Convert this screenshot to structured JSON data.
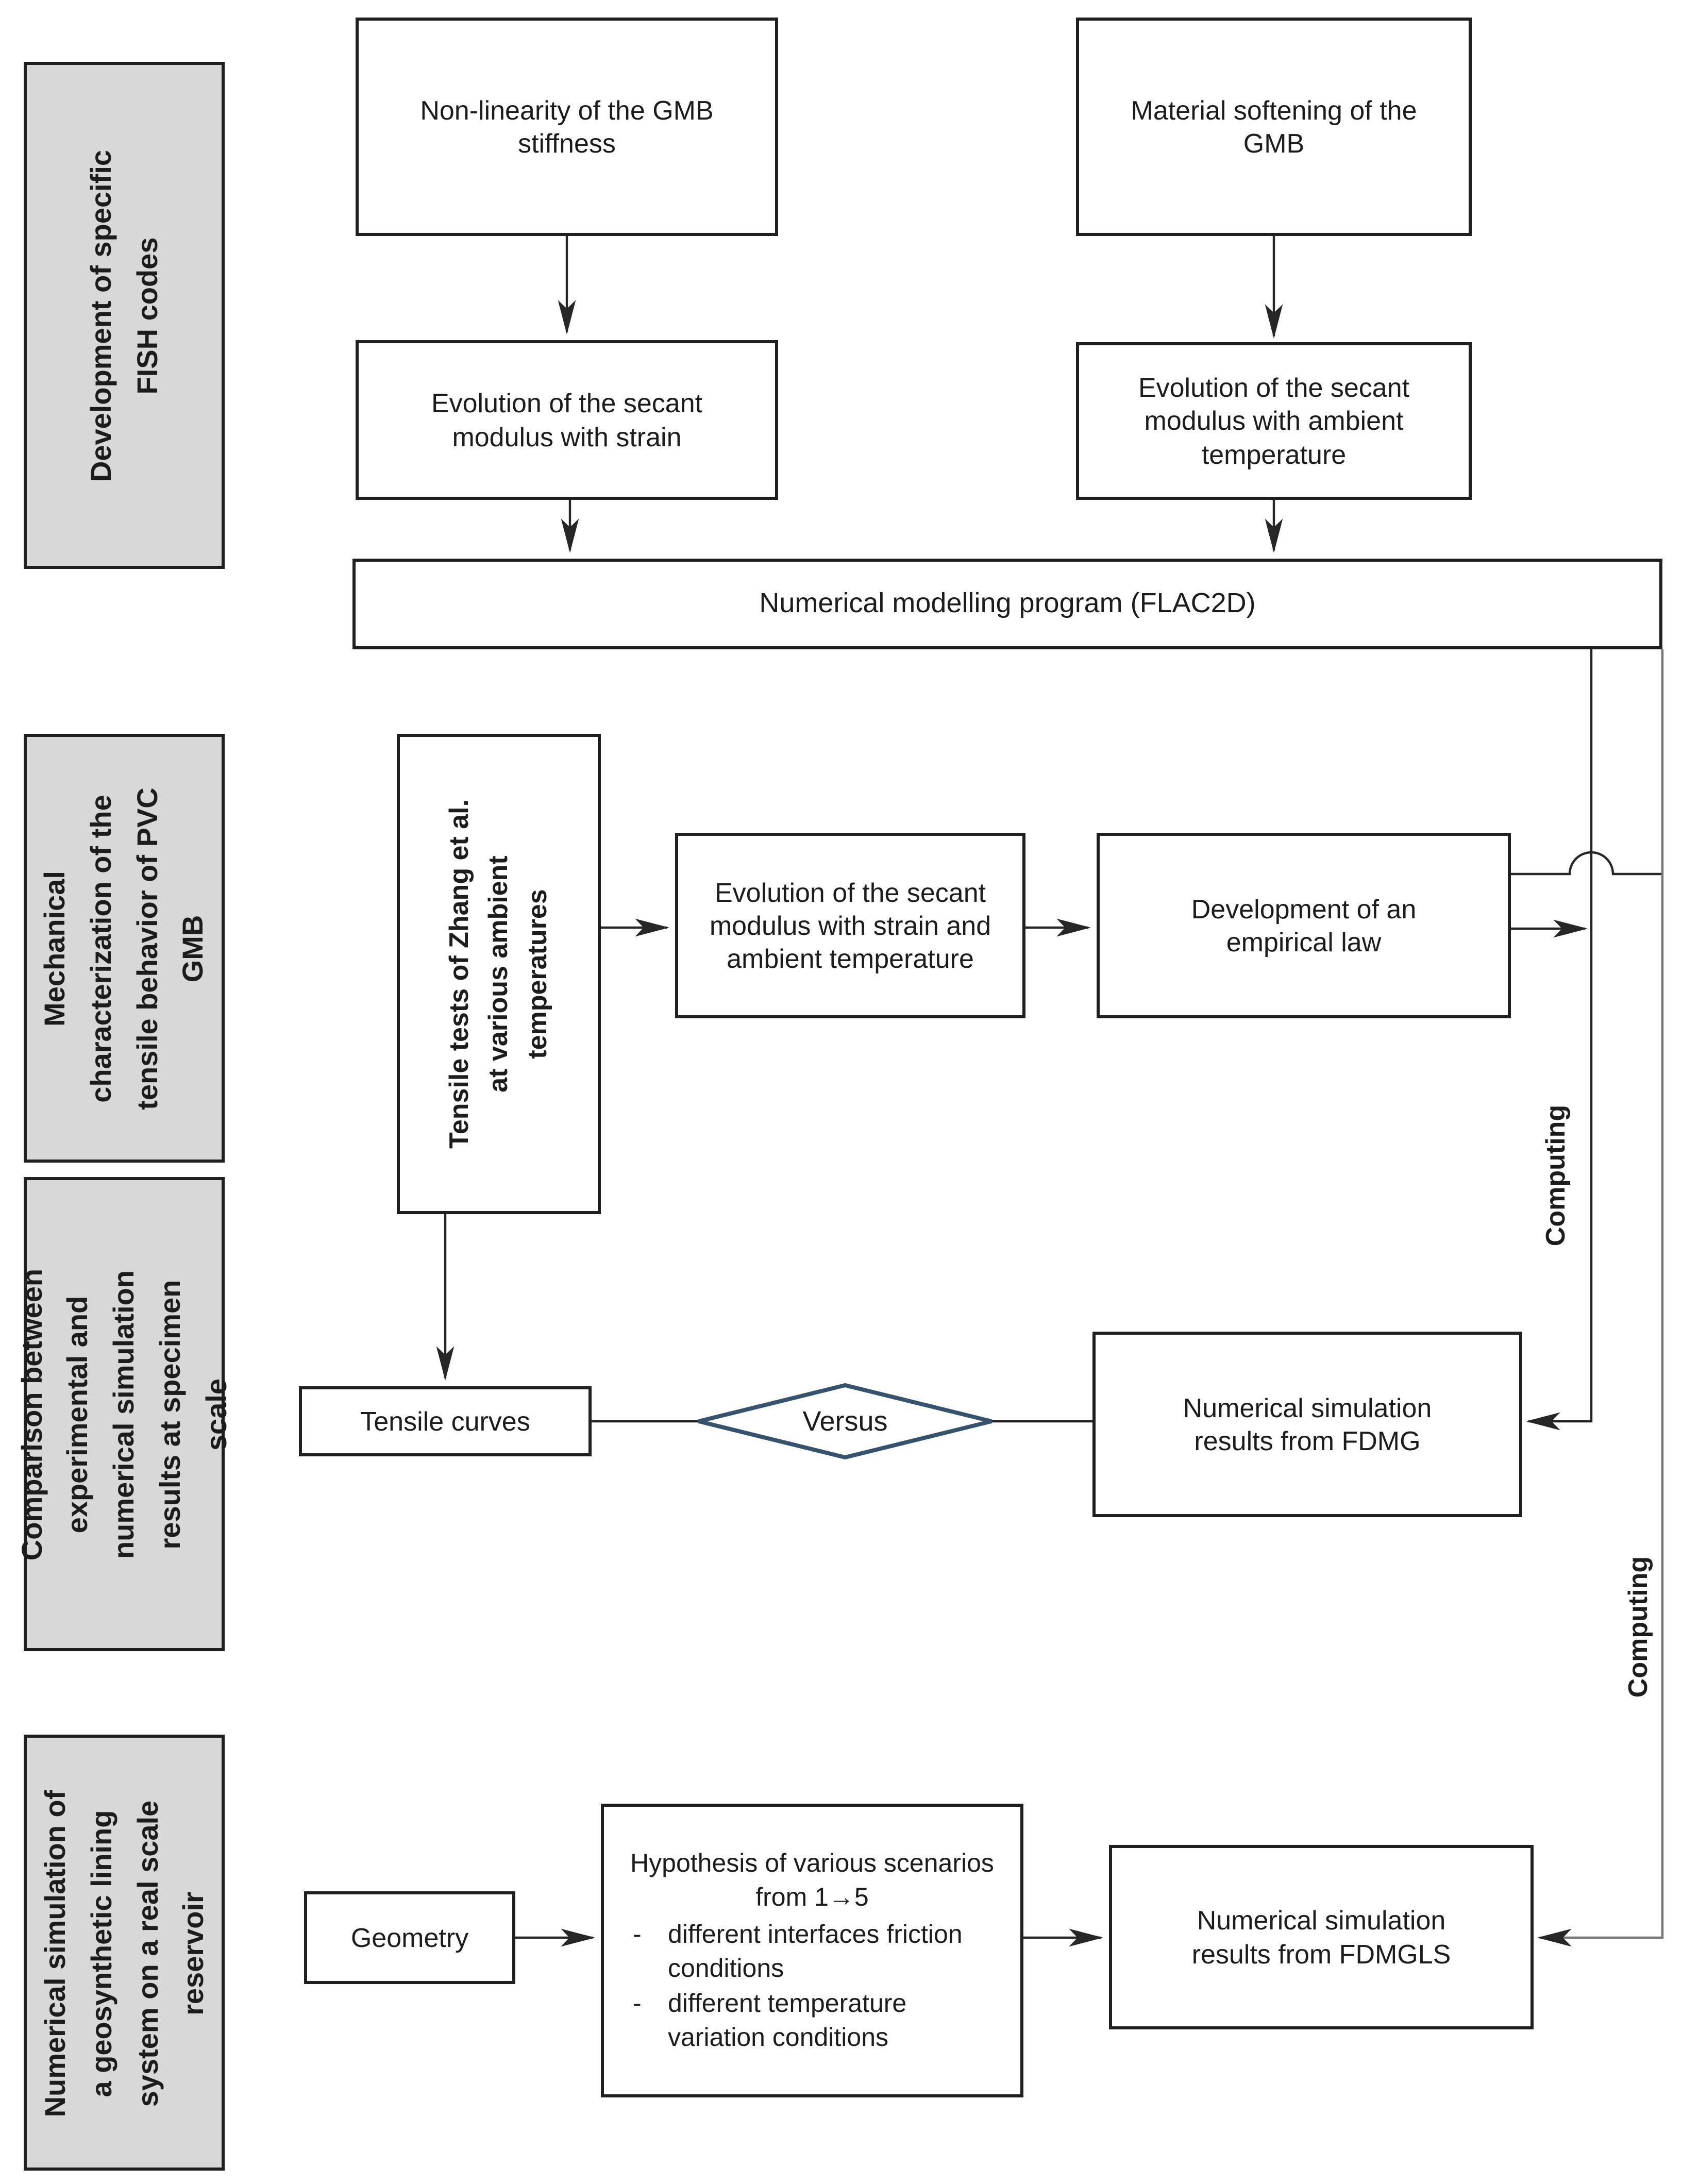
{
  "colors": {
    "sidebar_fill": "#d8d8d8",
    "box_fill": "#ffffff",
    "border_color": "#1f1f1f",
    "line_color": "#262626",
    "line2_color": "#777777",
    "diamond_stroke": "#35536f",
    "text_color": "#1c1c1c",
    "page_bg": "#ffffff"
  },
  "sidebar": {
    "items": [
      {
        "label": "Development of specific FISH codes"
      },
      {
        "label": "Mechanical characterization of the tensile behavior of PVC GMB"
      },
      {
        "label": "Comparison between experimental and numerical simulation results at specimen scale"
      },
      {
        "label": "Numerical simulation of a geosynthetic lining system on a real scale reservoir"
      }
    ]
  },
  "boxes": {
    "nonlinearity": "Non-linearity of the GMB stiffness",
    "secant_strain": "Evolution of the secant modulus with strain",
    "material_softening": "Material softening of the GMB",
    "secant_temperature": "Evolution of the secant modulus with ambient temperature",
    "flac2d": "Numerical modelling program (FLAC2D)",
    "tensile_tests": "Tensile tests of Zhang et al. at various ambient temperatures",
    "secant_strain_temperature": "Evolution of the secant modulus with strain and ambient temperature",
    "empirical_law": "Development of an empirical law",
    "tensile_curves": "Tensile curves",
    "fdmg_results": "Numerical simulation results from FDMG",
    "geometry": "Geometry",
    "hypothesis_title": "Hypothesis of various scenarios from 1→5",
    "hypothesis_bullets": [
      "different interfaces friction conditions",
      "different temperature variation conditions"
    ],
    "fdmgls_results": "Numerical simulation results from FDMGLS"
  },
  "labels": {
    "versus": "Versus",
    "computing_upper": "Computing",
    "computing_lower": "Computing"
  }
}
